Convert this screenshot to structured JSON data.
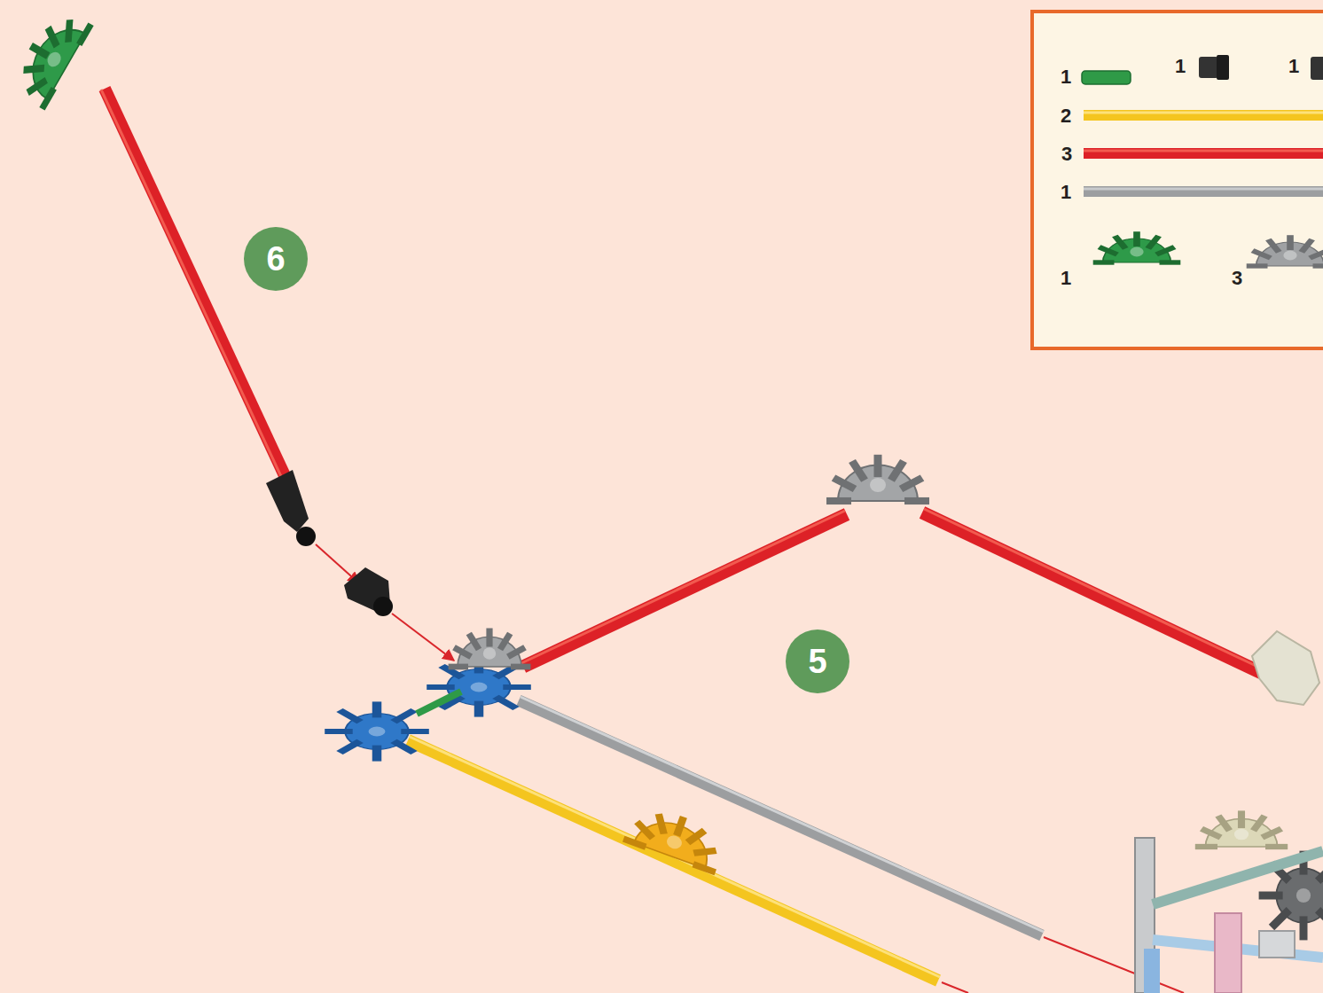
{
  "diagram": {
    "nodes": [
      {
        "text": [
          "6"
        ]
      },
      {
        "text": [
          "5"
        ]
      }
    ],
    "edges": [],
    "labels": [
      "1",
      "1",
      "1",
      "2",
      "3",
      "1",
      "1",
      "3"
    ]
  }
}
